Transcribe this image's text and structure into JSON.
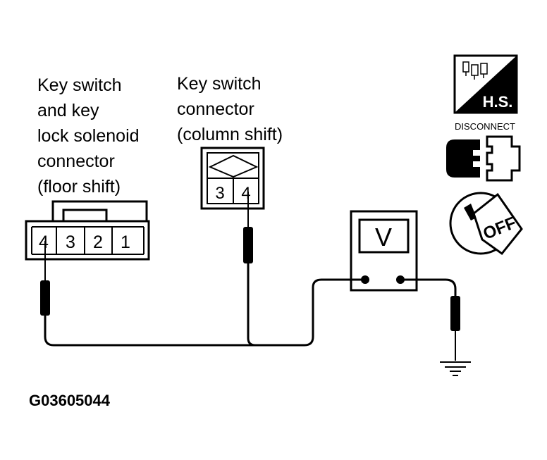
{
  "labels": {
    "floor_connector": [
      "Key switch",
      "and key",
      "lock solenoid",
      "connector",
      "(floor shift)"
    ],
    "column_connector": [
      "Key switch",
      "connector",
      "(column shift)"
    ]
  },
  "floor_connector_pins": [
    "4",
    "3",
    "2",
    "1"
  ],
  "column_connector_pins": [
    "3",
    "4"
  ],
  "meter": {
    "symbol": "V"
  },
  "icons": {
    "hs_text": "H.S.",
    "disconnect_text": "DISCONNECT",
    "ignition_text": "OFF"
  },
  "figure_id": "G03605044"
}
